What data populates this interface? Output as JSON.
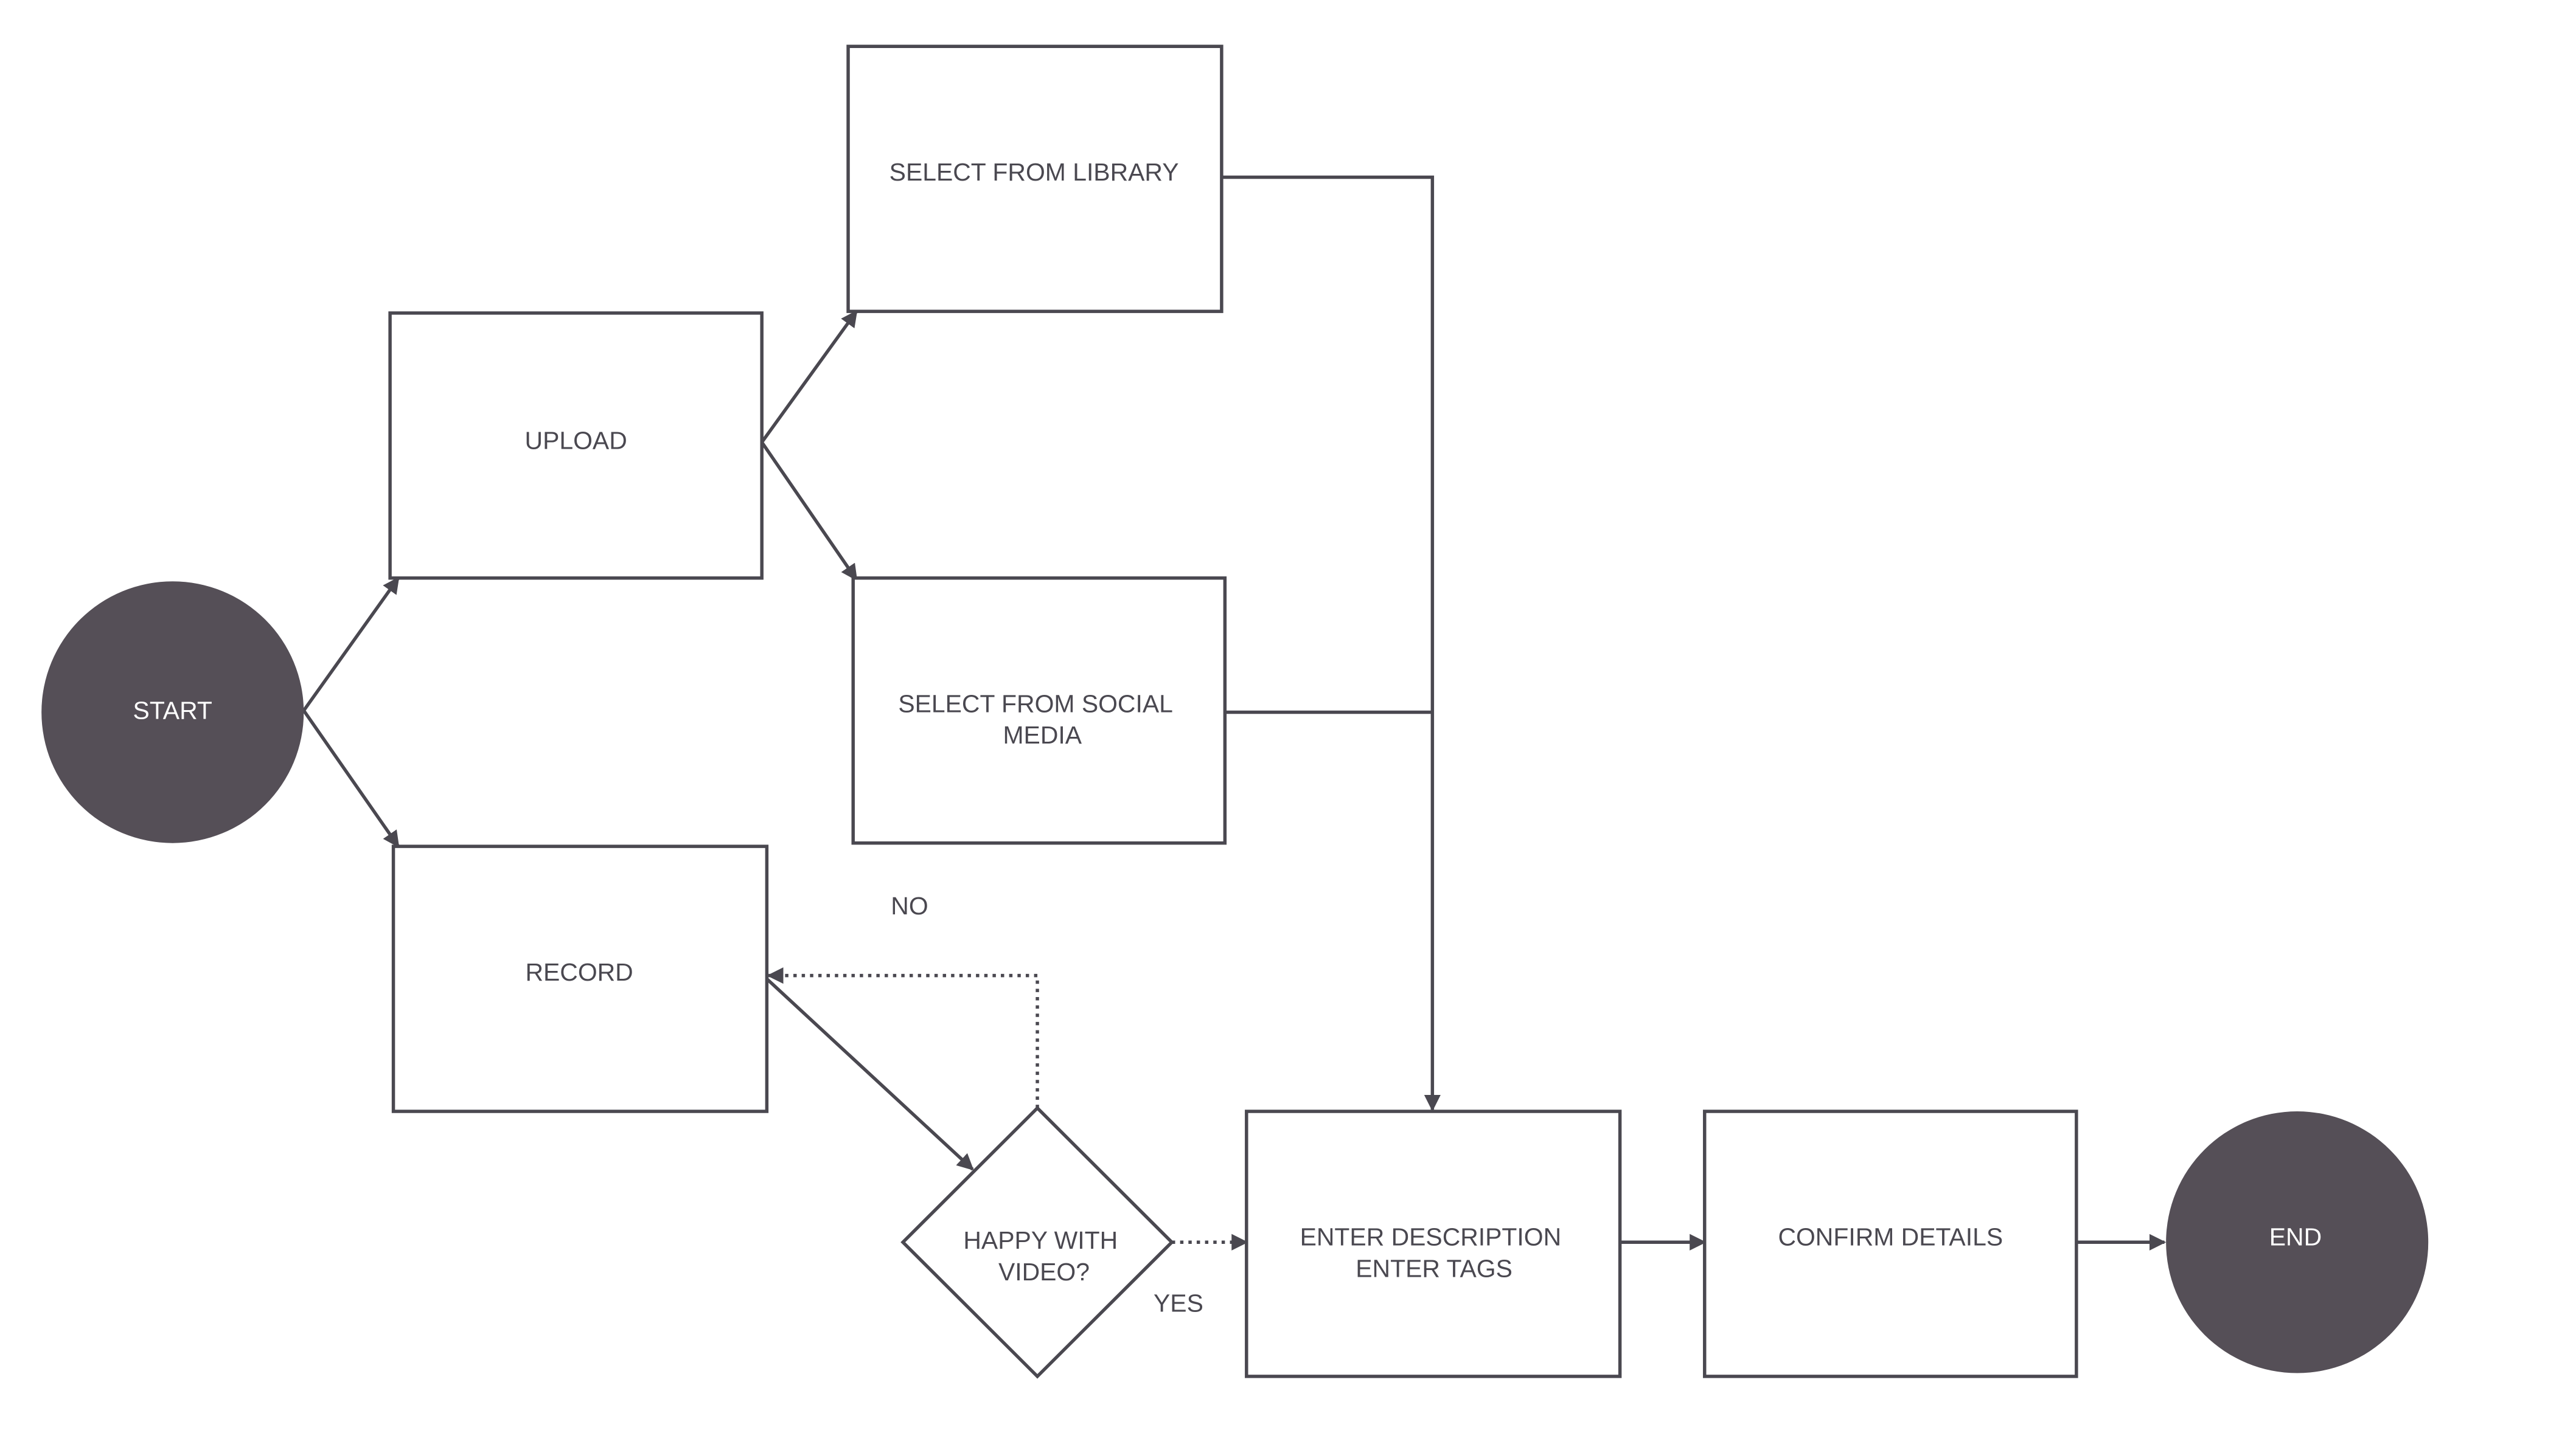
{
  "colors": {
    "background": "#ffffff",
    "stroke": "#4a4850",
    "terminal_fill": "#554f57",
    "text_dark": "#4a4850",
    "text_light": "#ffffff"
  },
  "nodes": {
    "start": {
      "lines": [
        "START"
      ]
    },
    "upload": {
      "lines": [
        "UPLOAD"
      ]
    },
    "record": {
      "lines": [
        "RECORD"
      ]
    },
    "library": {
      "lines": [
        "SELECT FROM LIBRARY"
      ]
    },
    "social": {
      "lines": [
        "SELECT FROM SOCIAL",
        "MEDIA"
      ]
    },
    "decision": {
      "lines": [
        "HAPPY WITH",
        "VIDEO?"
      ]
    },
    "describe": {
      "lines": [
        "ENTER DESCRIPTION",
        "ENTER TAGS"
      ]
    },
    "confirm": {
      "lines": [
        "CONFIRM DETAILS"
      ]
    },
    "end": {
      "lines": [
        "END"
      ]
    }
  },
  "edges": {
    "no_label": "NO",
    "yes_label": "YES"
  }
}
